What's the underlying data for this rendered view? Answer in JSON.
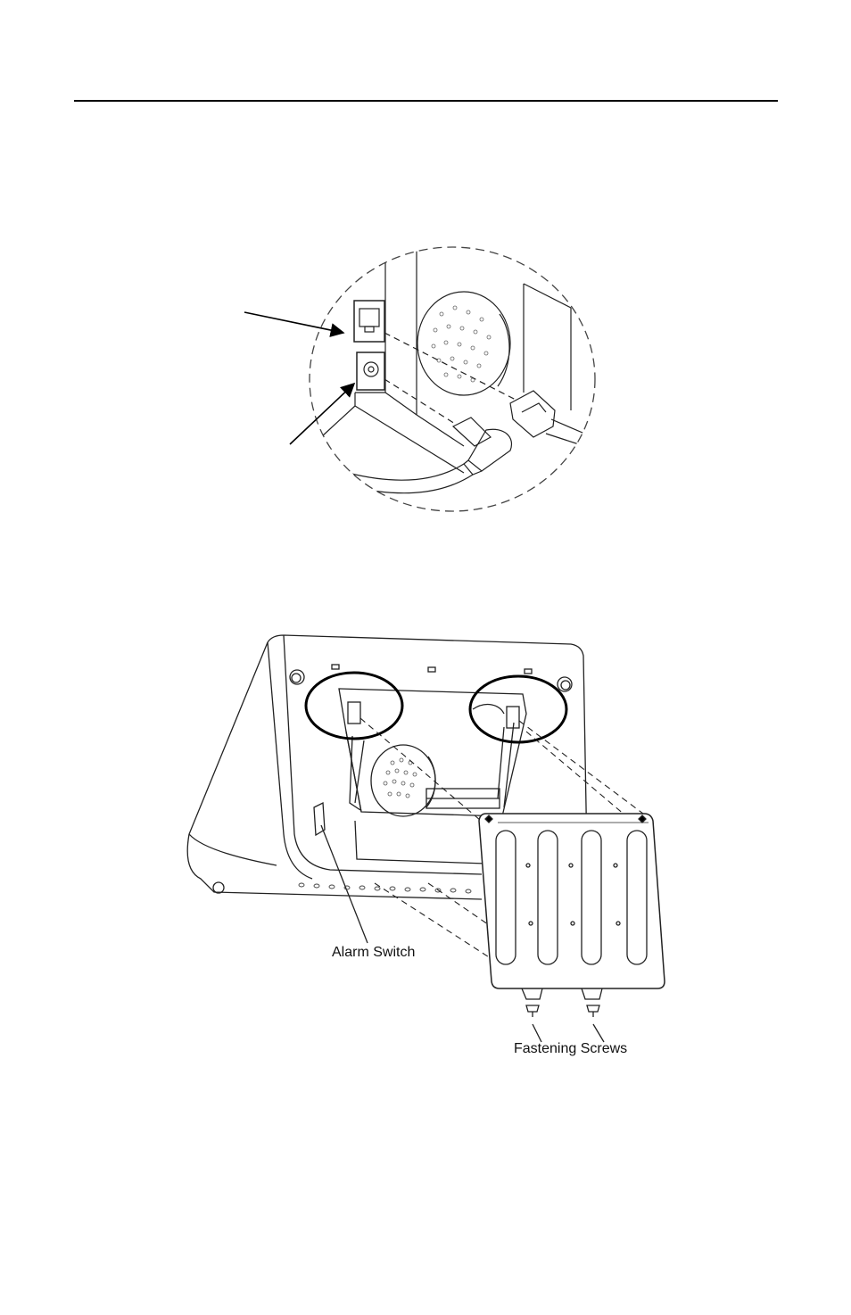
{
  "figures": {
    "connector_detail": {
      "arrow_count": 2
    },
    "wall_mount": {
      "labels": {
        "alarm_switch": "Alarm Switch",
        "fastening_screws": "Fastening Screws"
      }
    }
  }
}
